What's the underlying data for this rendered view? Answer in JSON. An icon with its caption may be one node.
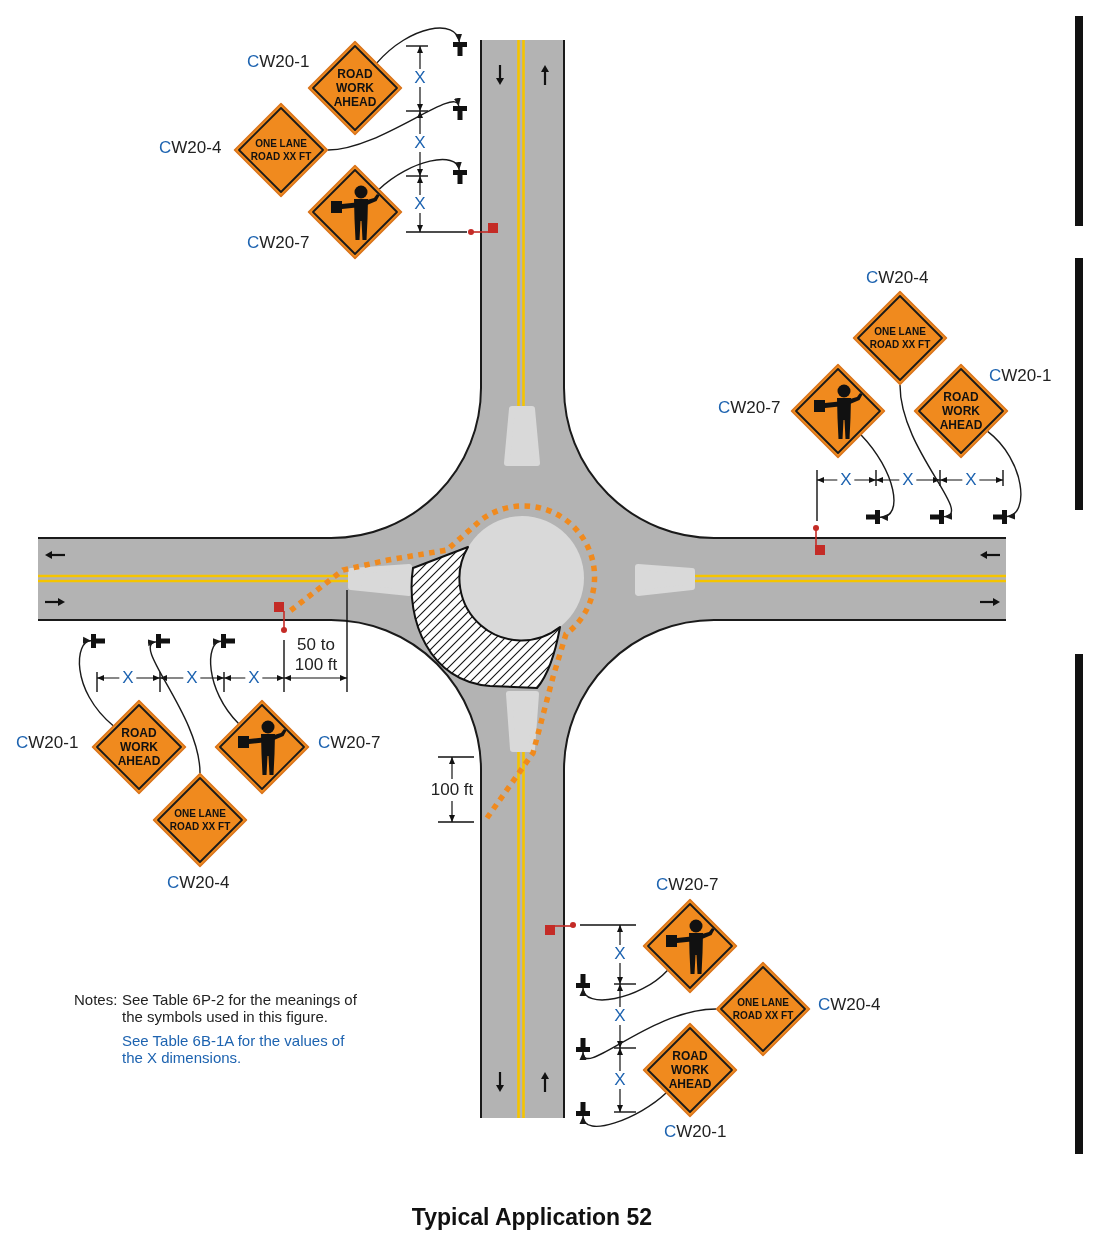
{
  "diagram": {
    "title": "Typical Application 52",
    "nodes": [
      {
        "text": [
          "ROAD WORK AHEAD"
        ],
        "beside": [
          "CW20-1"
        ]
      },
      {
        "text": [
          "ONE LANE ROAD XX FT"
        ],
        "beside": [
          "CW20-4"
        ]
      },
      {
        "text": [],
        "shape": "diamond",
        "beside": [
          "CW20-7"
        ]
      },
      {
        "text": [],
        "shape": "picture"
      },
      {
        "text": [],
        "shape": "picture"
      },
      {
        "text": [],
        "shape": "picture"
      },
      {
        "text": [
          "ONE LANE ROAD XX FT"
        ],
        "beside": [
          "CW20-4"
        ]
      },
      {
        "text": [],
        "shape": "diamond",
        "beside": [
          "CW20-7"
        ]
      },
      {
        "text": [
          "ROAD WORK AHEAD"
        ],
        "beside": [
          "CW20-1"
        ]
      },
      {
        "text": [],
        "shape": "picture"
      },
      {
        "text": [],
        "shape": "picture"
      },
      {
        "text": [],
        "shape": "picture"
      },
      {
        "text": [],
        "shape": "picture"
      },
      {
        "text": [],
        "shape": "picture"
      },
      {
        "text": [],
        "shape": "picture"
      },
      {
        "text": [
          "ROAD WORK AHEAD"
        ],
        "beside": [
          "CW20-1"
        ]
      },
      {
        "text": [],
        "shape": "diamond",
        "beside": [
          "CW20-7"
        ]
      },
      {
        "text": [
          "ONE LANE ROAD XX FT"
        ],
        "beside": [
          "CW20-4"
        ]
      },
      {
        "text": [],
        "shape": "diamond",
        "beside": [
          "CW20-7"
        ]
      },
      {
        "text": [
          "ONE LANE ROAD XX FT"
        ],
        "beside": [
          "CW20-4"
        ]
      },
      {
        "text": [
          "ROAD WORK AHEAD"
        ],
        "beside": [
          "CW20-1"
        ]
      },
      {
        "text": [],
        "shape": "picture"
      },
      {
        "text": [],
        "shape": "picture"
      },
      {
        "text": [],
        "shape": "picture"
      }
    ],
    "edges": [
      {
        "from": 0,
        "to": 3,
        "arrow": "to"
      },
      {
        "from": 1,
        "to": 4,
        "arrow": "to"
      },
      {
        "from": 2,
        "to": 5,
        "arrow": "to"
      },
      {
        "from": 7,
        "to": 9,
        "arrow": "to"
      },
      {
        "from": 6,
        "to": 10,
        "arrow": "to"
      },
      {
        "from": 8,
        "to": 11,
        "arrow": "to"
      },
      {
        "from": 15,
        "to": 12,
        "arrow": "to"
      },
      {
        "from": 17,
        "to": 13,
        "arrow": "to"
      },
      {
        "from": 16,
        "to": 14,
        "arrow": "to"
      },
      {
        "from": 18,
        "to": 21,
        "arrow": "to"
      },
      {
        "from": 19,
        "to": 22,
        "arrow": "to"
      },
      {
        "from": 20,
        "to": 23,
        "arrow": "to"
      }
    ],
    "labels": [
      "X",
      "X",
      "X",
      "X",
      "X",
      "X",
      "X",
      "X",
      "X",
      "50 to 100 ft",
      "100 ft",
      "X",
      "X",
      "X",
      "Notes:",
      "See Table 6P-2 for the meanings of the symbols used in this figure.",
      "See Table 6B-1A for the values of the X dimensions."
    ]
  }
}
